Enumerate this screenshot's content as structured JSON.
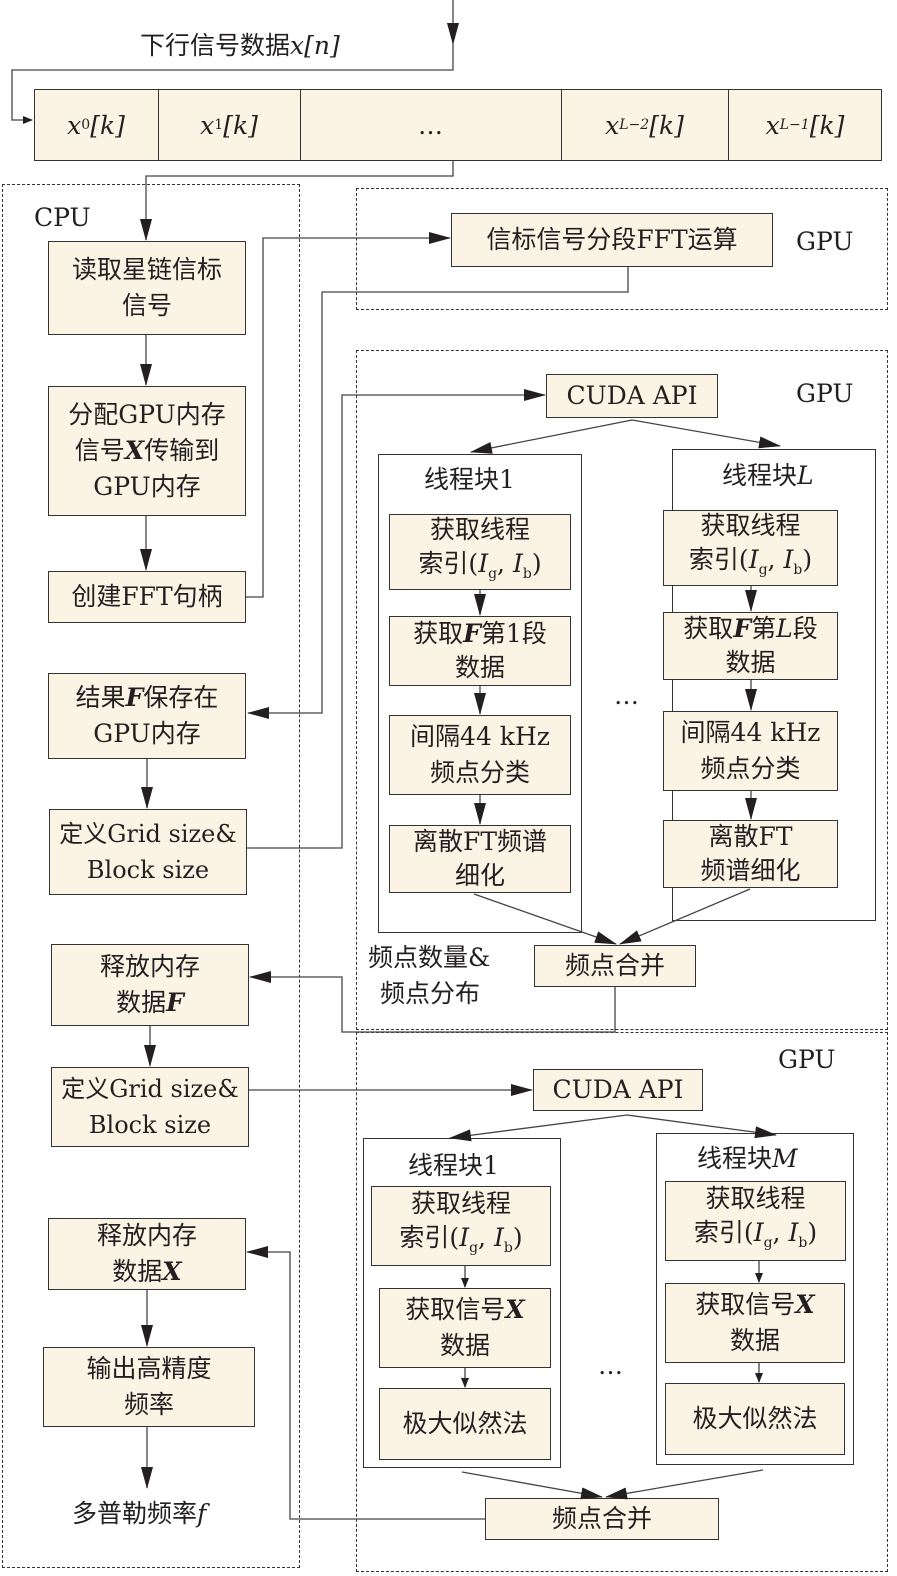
{
  "input": {
    "label": "下行信号数据",
    "var": "x[n]"
  },
  "segments": [
    {
      "base": "x",
      "sub": "0",
      "suffix": "[k]"
    },
    {
      "base": "x",
      "sub": "1",
      "suffix": "[k]"
    },
    {
      "base": "",
      "sub": "",
      "suffix": "…"
    },
    {
      "base": "x",
      "sub": "L−2",
      "suffix": "[k]"
    },
    {
      "base": "x",
      "sub": "L−1",
      "suffix": "[k]"
    }
  ],
  "groups": {
    "cpu": "CPU",
    "gpu1": "GPU",
    "gpu2": "GPU",
    "gpu3": "GPU"
  },
  "cpu_steps": {
    "read": [
      "读取星链信标",
      "信号"
    ],
    "alloc": [
      "分配GPU内存",
      "信号",
      "X",
      "传输到",
      "GPU内存"
    ],
    "fft_handle": "创建FFT句柄",
    "save_f": [
      "结果",
      "F",
      "保存在",
      "GPU内存"
    ],
    "grid1": [
      "定义Grid size&",
      "Block size"
    ],
    "free_f": [
      "释放内存",
      "数据",
      "F"
    ],
    "grid2": [
      "定义Grid size&",
      "Block size"
    ],
    "free_x": [
      "释放内存",
      "数据",
      "X"
    ],
    "output": [
      "输出高精度",
      "频率"
    ],
    "result": {
      "text": "多普勒频率",
      "var": "f"
    }
  },
  "gpu1": {
    "fft": "信标信号分段FFT运算"
  },
  "gpu2": {
    "cuda": "CUDA API",
    "block_first": {
      "title": "线程块",
      "idx": "1"
    },
    "block_last": {
      "title": "线程块",
      "idx": "L"
    },
    "get_index": [
      "获取线程",
      "索引(",
      "I",
      "g",
      ", ",
      "I",
      "b",
      ")"
    ],
    "get_f_first": [
      "获取",
      "F",
      "第1段",
      "数据"
    ],
    "get_f_last": [
      "获取",
      "F",
      "第",
      "L",
      "段",
      "数据"
    ],
    "classify": [
      "间隔44 kHz",
      "频点分类"
    ],
    "refine_first": [
      "离散FT频谱",
      "细化"
    ],
    "refine_last": [
      "离散FT",
      "频谱细化"
    ],
    "ellipsis": "…",
    "merge": "频点合并",
    "annotation": [
      "频点数量&",
      "频点分布"
    ]
  },
  "gpu3": {
    "cuda": "CUDA API",
    "block_first": {
      "title": "线程块",
      "idx": "1"
    },
    "block_last": {
      "title": "线程块",
      "idx": "M"
    },
    "get_x": [
      "获取信号",
      "X",
      "数据"
    ],
    "ml": "极大似然法",
    "ellipsis": "…",
    "merge": "频点合并"
  }
}
